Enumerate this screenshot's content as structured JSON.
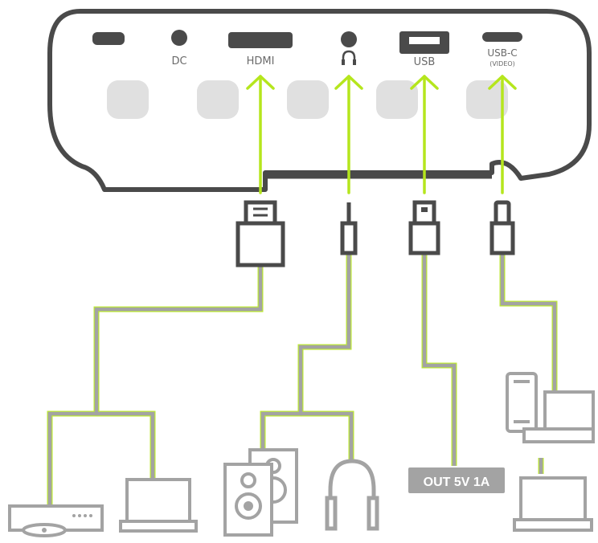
{
  "ports": {
    "dc": "DC",
    "hdmi": "HDMI",
    "usb": "USB",
    "usbc": "USB-C",
    "usbc_sub": "(VIDEO)"
  },
  "badge": {
    "text": "OUT 5V 1A"
  },
  "colors": {
    "outline": "#4a4a4a",
    "cable": "#a3a3a3",
    "accent": "#b5e61d",
    "pad": "#e0e0e0"
  },
  "icons": [
    "headphone-port-icon",
    "dvd-player-icon",
    "laptop-icon",
    "speaker-icon",
    "headphones-icon",
    "smartphone-icon",
    "tablet-icon"
  ]
}
